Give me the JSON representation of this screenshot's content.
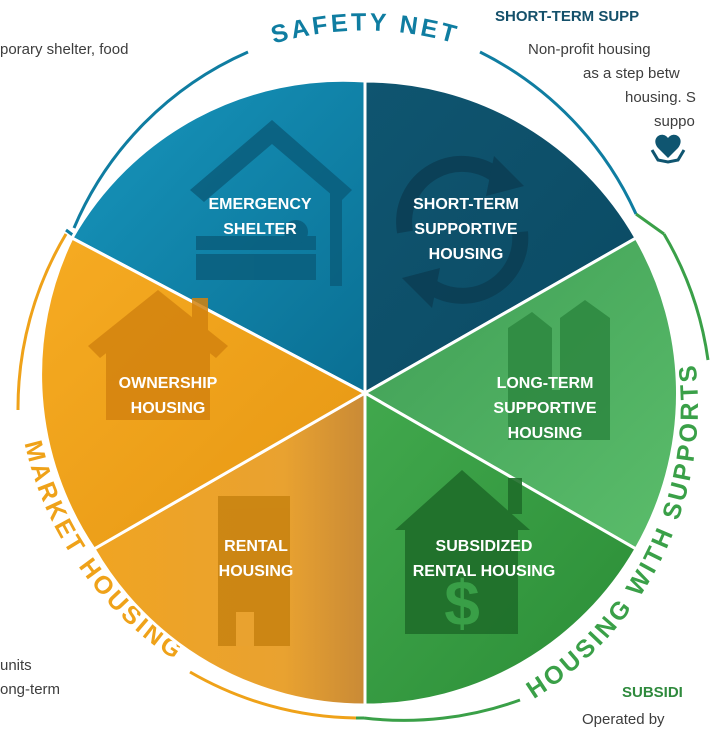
{
  "headings": {
    "short_term_supports": "SHORT-TERM SUPP",
    "subsidized": "SUBSIDI"
  },
  "descriptions": {
    "safety_net": "porary shelter, food",
    "short_term_lines": [
      "Non-profit housing",
      "as a step betw",
      "housing. S",
      "suppo"
    ],
    "market_lines": [
      "units",
      "ong-term"
    ],
    "subsidized_lines": [
      "Operated by"
    ]
  },
  "ring_labels": {
    "safety_net": "SAFETY NET",
    "market_housing": "MARKET HOUSING",
    "housing_with_supports": "HOUSING WITH SUPPORTS"
  },
  "segments": [
    {
      "id": "emergency-shelter",
      "lines": [
        "EMERGENCY",
        "SHELTER"
      ],
      "icon": "shelter-bed-icon"
    },
    {
      "id": "short-term-supportive-housing",
      "lines": [
        "SHORT-TERM",
        "SUPPORTIVE",
        "HOUSING"
      ],
      "icon": "cycle-arrows-icon"
    },
    {
      "id": "long-term-supportive-housing",
      "lines": [
        "LONG-TERM",
        "SUPPORTIVE",
        "HOUSING"
      ],
      "icon": "apartment-building-icon"
    },
    {
      "id": "subsidized-rental-housing",
      "lines": [
        "SUBSIDIZED",
        "RENTAL HOUSING"
      ],
      "icon": "house-dollar-icon"
    },
    {
      "id": "rental-housing",
      "lines": [
        "RENTAL",
        "HOUSING"
      ],
      "icon": "office-tower-icon"
    },
    {
      "id": "ownership-housing",
      "lines": [
        "OWNERSHIP",
        "HOUSING"
      ],
      "icon": "house-icon"
    }
  ],
  "colors": {
    "safety_net_blue": "#0b88ae",
    "short_term_dark_blue": "#0e5d79",
    "long_term_green": "#45ae5d",
    "subsidized_green": "#2f9a3c",
    "rental_orange": "#e8a229",
    "ownership_orange": "#f2a420",
    "ring_safety": "#0f7da1",
    "ring_market": "#efa219",
    "ring_supports": "#3aa048",
    "body_text": "#3d3d3d"
  }
}
